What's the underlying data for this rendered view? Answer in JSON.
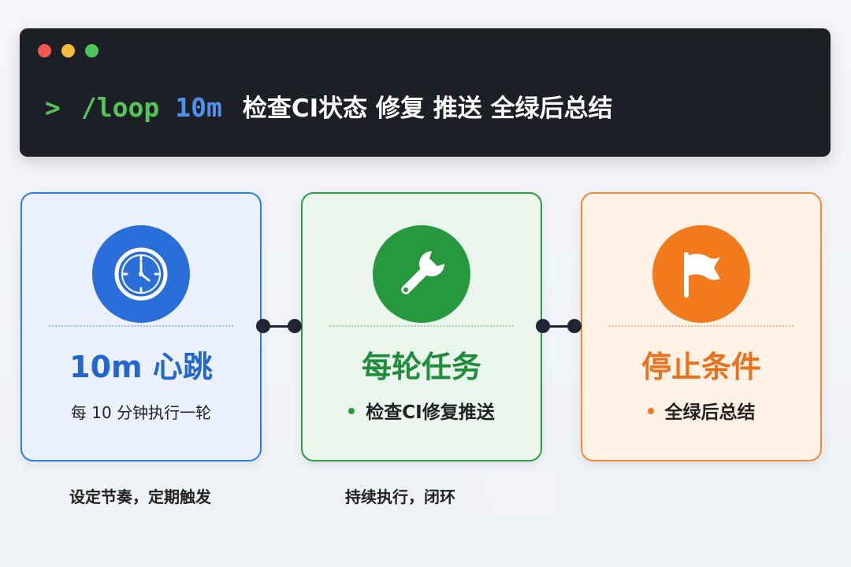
{
  "terminal": {
    "prompt": ">",
    "command": "/loop",
    "interval": "10m",
    "task": "检查CI状态 修复 推送 全绿后总结",
    "controls": [
      "close",
      "minimize",
      "maximize"
    ]
  },
  "cards": [
    {
      "icon": "clock-icon",
      "title": "10m 心跳",
      "subtitle": "每 10 分钟执行一轮",
      "caption": "设定节奏，定期触发",
      "color": "#2a6fd9"
    },
    {
      "icon": "wrench-icon",
      "title": "每轮任务",
      "subtitle": "检查CI修复推送",
      "caption": "持续执行，闭环",
      "color": "#26993f"
    },
    {
      "icon": "flag-icon",
      "title": "停止条件",
      "subtitle": "全绿后总结",
      "color": "#f07a1c"
    }
  ]
}
